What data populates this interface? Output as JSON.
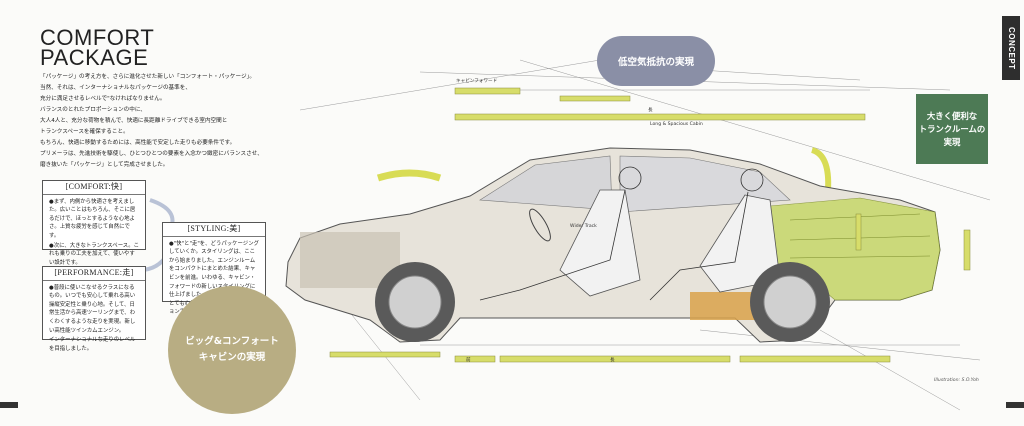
{
  "header": {
    "title_line1": "COMFORT",
    "title_line2": "PACKAGE"
  },
  "intro": {
    "lines": [
      "「パッケージ」の考え方を、さらに進化させた新しい「コンフォート・パッケージ」。",
      "当然、それは、インターナショナルなパッケージの基準を、",
      "充分に満足させるレベルで\"なければなりません。",
      "バランスのとれたプロポーションの中に、",
      "大人4人と、充分な荷物を積んで、快適に長距離ドライブできる室内空間と",
      "トランクスペースを確保すること。",
      "もちろん、快適に移動するためには、高性能で安定した走りも必要条件です。",
      "プリメーラは、先進技術を駆使し、ひとつひとつの要素を入念かつ緻密にバランスさせ、",
      "磨き抜いた「パッケージ」として完成させました。"
    ]
  },
  "cards": {
    "comfort": {
      "heading": "[COMFORT:快]",
      "items": [
        "●まず、内側から快適さを考えました。広いことはもちろん、そこに居るだけで、ほっとするような心地よさ。上質な疲労を感じて自然にです。",
        "●次に、大きなトランクスペース。これも乗りの工夫を加えて、使いやすい設計です。"
      ]
    },
    "styling": {
      "heading": "[STYLING:美]",
      "items": [
        "●\"快\"と\"走\"を、どうパッケージングしていくか。スタイリングは、ここから始まりました。エンジンルームをコンパクトにまとめた結果、キャビンを前進。いわゆる、キャビン・フォワードの新しいスタイリングに仕上げました。全体のバランスが、とても心地よい個性的なプロポーションです。"
      ]
    },
    "performance": {
      "heading": "[PERFORMANCE:走]",
      "items": [
        "●普段に使いこなせるクラスになるもの。いつでも安心して乗れる高い操縦安定性と乗り心地。そして、日常生活から高速ツーリングまで、わくわくするような走りを実現。新しい高性能ツインカムエンジン。",
        "インターナショナルな走りのレベルを目指しました。"
      ]
    }
  },
  "callouts": {
    "low_drag": "低空気抵抗の実現",
    "trunk_line1": "大きく便利な",
    "trunk_line2": "トランクルームの",
    "trunk_line3": "実現",
    "cabin_line1": "ビッグ&コンフォート",
    "cabin_line2": "キャビンの実現"
  },
  "captions": {
    "cabin_forward": "キャビンフォワード",
    "long_cabin": "Long & Spacious Cabin",
    "wide_track": "Wider Track",
    "credit": "Illustration: S.O.Yoh",
    "dim_a": "長",
    "dim_b": "長",
    "dim_c": "前"
  },
  "side_tab": {
    "label": "CONCEPT"
  },
  "colors": {
    "pill": "#8a8fa6",
    "green_box": "#4d7a55",
    "circle": "#b8ad83",
    "dim_bar": "#d7dd6a",
    "trunk_fill": "#c7d86a"
  }
}
